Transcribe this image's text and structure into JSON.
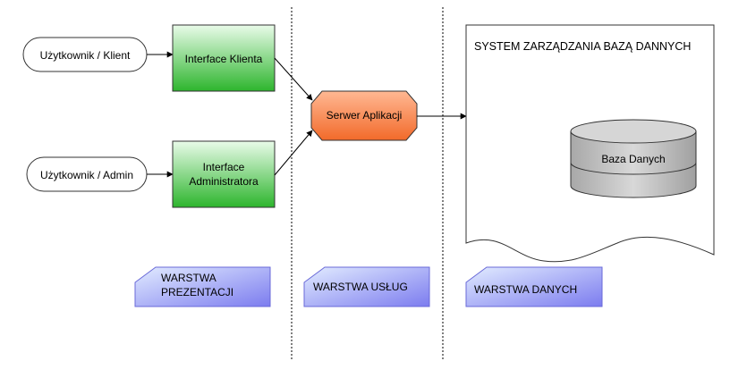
{
  "actors": {
    "client": "Użytkownik / Klient",
    "admin": "Użytkownik / Admin"
  },
  "interfaces": {
    "client_lines": [
      "Interface Klienta"
    ],
    "admin_lines": [
      "Interface",
      "Administratora"
    ]
  },
  "server": {
    "label": "Serwer Aplikacji"
  },
  "dbms": {
    "title": "SYSTEM ZARZĄDZANIA BAZĄ DANNYCH",
    "database": "Baza Danych"
  },
  "layers": {
    "presentation_lines": [
      "WARSTWA",
      "PREZENTACJI"
    ],
    "services": "WARSTWA USŁUG",
    "data": "WARSTWA DANYCH"
  },
  "colors": {
    "interface_fill": "#2db52d",
    "server_fill": "#f57a3c",
    "layer_fill": "#8c8cf0",
    "db_fill": "#c8c8c8"
  }
}
